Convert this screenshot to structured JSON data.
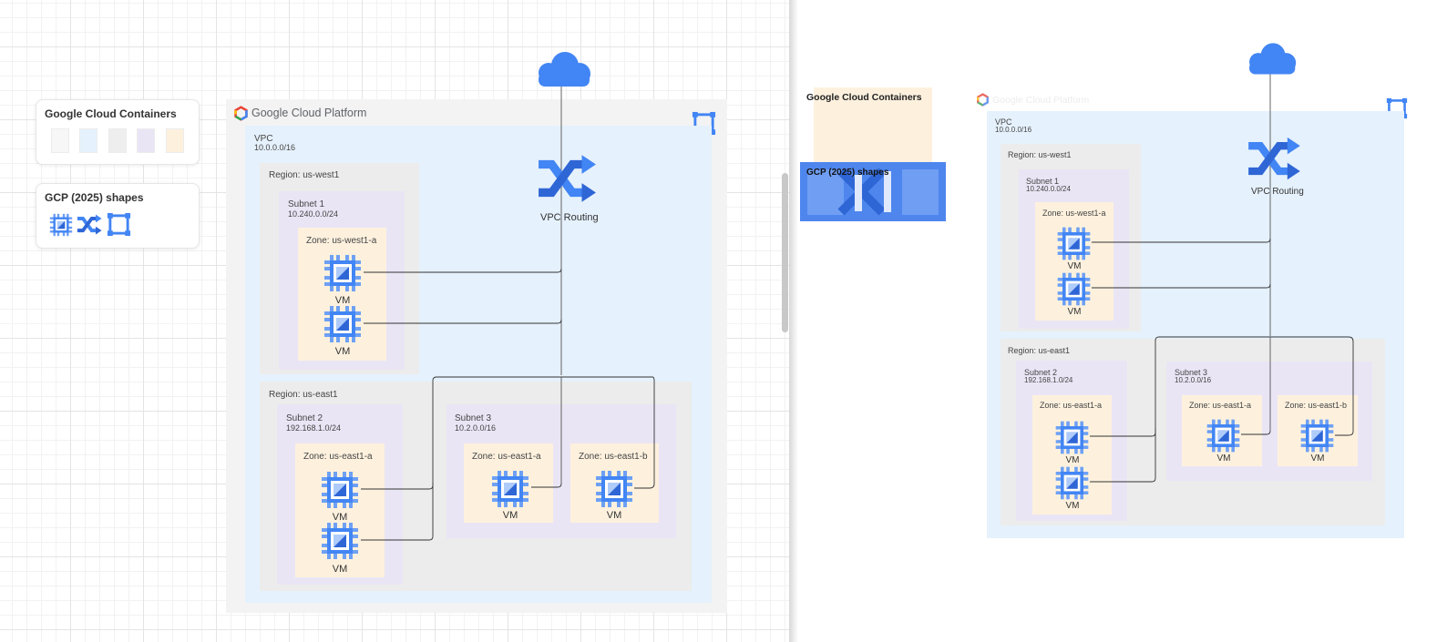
{
  "palette": {
    "containers_title": "Google Cloud Containers",
    "shapes_title": "GCP (2025) shapes",
    "swatches": [
      "#f7f7f7",
      "#e5f1fc",
      "#eeeeee",
      "#eae5f5",
      "#fdf1de"
    ],
    "shape_icons": [
      "compute-engine-icon",
      "vpc-routing-icon",
      "network-frame-icon"
    ]
  },
  "diagram": {
    "gcp_logo": "Google Cloud Platform",
    "vpc_label": "VPC",
    "vpc_cidr": "10.0.0.0/16",
    "routing_label": "VPC Routing",
    "region_west": "Region: us-west1",
    "region_east": "Region: us-east1",
    "subnet1_name": "Subnet 1",
    "subnet1_cidr": "10.240.0.0/24",
    "subnet2_name": "Subnet 2",
    "subnet2_cidr": "192.168.1.0/24",
    "subnet3_name": "Subnet 3",
    "subnet3_cidr": "10.2.0.0/16",
    "zone_west_a": "Zone: us-west1-a",
    "zone_east_a": "Zone: us-east1-a",
    "zone_east_b": "Zone: us-east1-b",
    "vm_label": "VM"
  },
  "drag_preview": {
    "containers_title": "Google Cloud Containers",
    "shapes_title": "GCP (2025) shapes"
  },
  "colors": {
    "google_blue": "#4285f4",
    "icon_dark_blue": "#2f66d6",
    "wire": "#333333"
  }
}
